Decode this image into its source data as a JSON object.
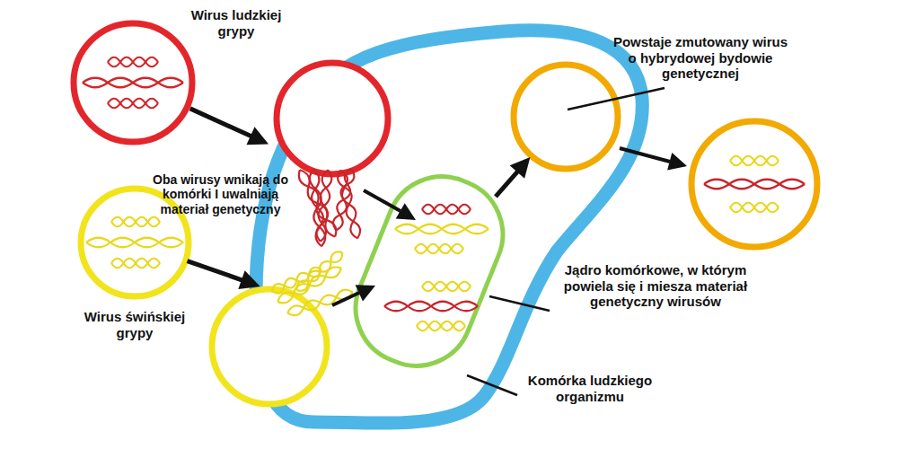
{
  "diagram": {
    "nodes": [
      {
        "text": [
          "Wirus ludzkiej grypy"
        ]
      },
      {
        "text": [
          "Wirus świńskiej grypy"
        ]
      },
      {
        "text": [
          "Komórka ludzkiego organizmu"
        ]
      },
      {
        "text": [
          "Jądro komórkowe, w którym powiela się i miesza materiał genetyczny wirusów"
        ],
        "in": 2
      },
      {
        "text": [
          "Powstaje zmutowany wirus o hybrydowej bydowie genetycznej"
        ],
        "in": 2
      }
    ],
    "edges": [
      {
        "from": 0,
        "to": 2,
        "arrow": "to"
      },
      {
        "from": 1,
        "to": 2,
        "arrow": "to"
      },
      {
        "from": 3,
        "to": 4,
        "arrow": "to"
      }
    ],
    "labels": [
      "Oba wirusy wnikają do komórki I uwalniają materiał genetyczny"
    ]
  }
}
